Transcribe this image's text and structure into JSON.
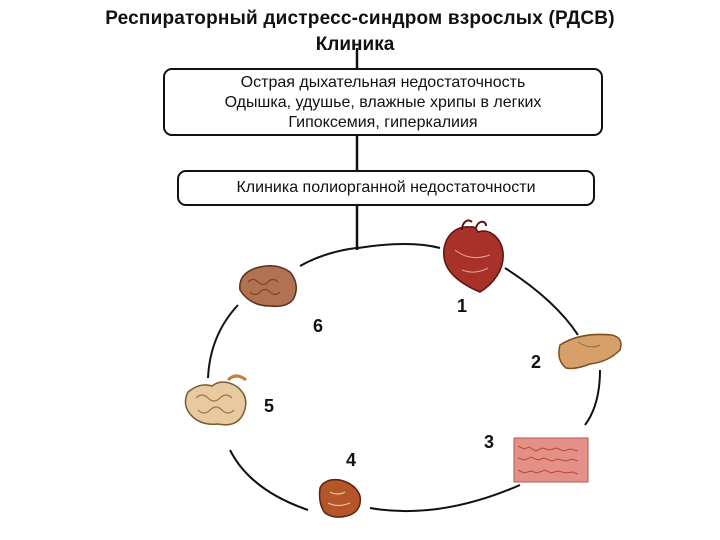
{
  "title": "Респираторный дистресс-синдром взрослых (РДСВ)",
  "subtitle": "Клиника",
  "box_top": {
    "line1": "Острая дыхательная недостаточность",
    "line2": "Одышка, удушье, влажные хрипы в легких",
    "line3": "Гипоксемия, гиперкалиия"
  },
  "box_middle": "Клиника полиорганной недостаточности",
  "organs": [
    {
      "number": "1",
      "icon": "heart-icon"
    },
    {
      "number": "2",
      "icon": "liver-icon"
    },
    {
      "number": "3",
      "icon": "tissue-icon"
    },
    {
      "number": "4",
      "icon": "kidney-icon"
    },
    {
      "number": "5",
      "icon": "intestine-icon"
    },
    {
      "number": "6",
      "icon": "brain-icon"
    }
  ],
  "colors": {
    "heart": "#a8322a",
    "liver": "#d7a06a",
    "tissue": "#e39086",
    "kidney": "#b5552a",
    "intestine": "#e8caa0",
    "brain": "#b07250"
  }
}
